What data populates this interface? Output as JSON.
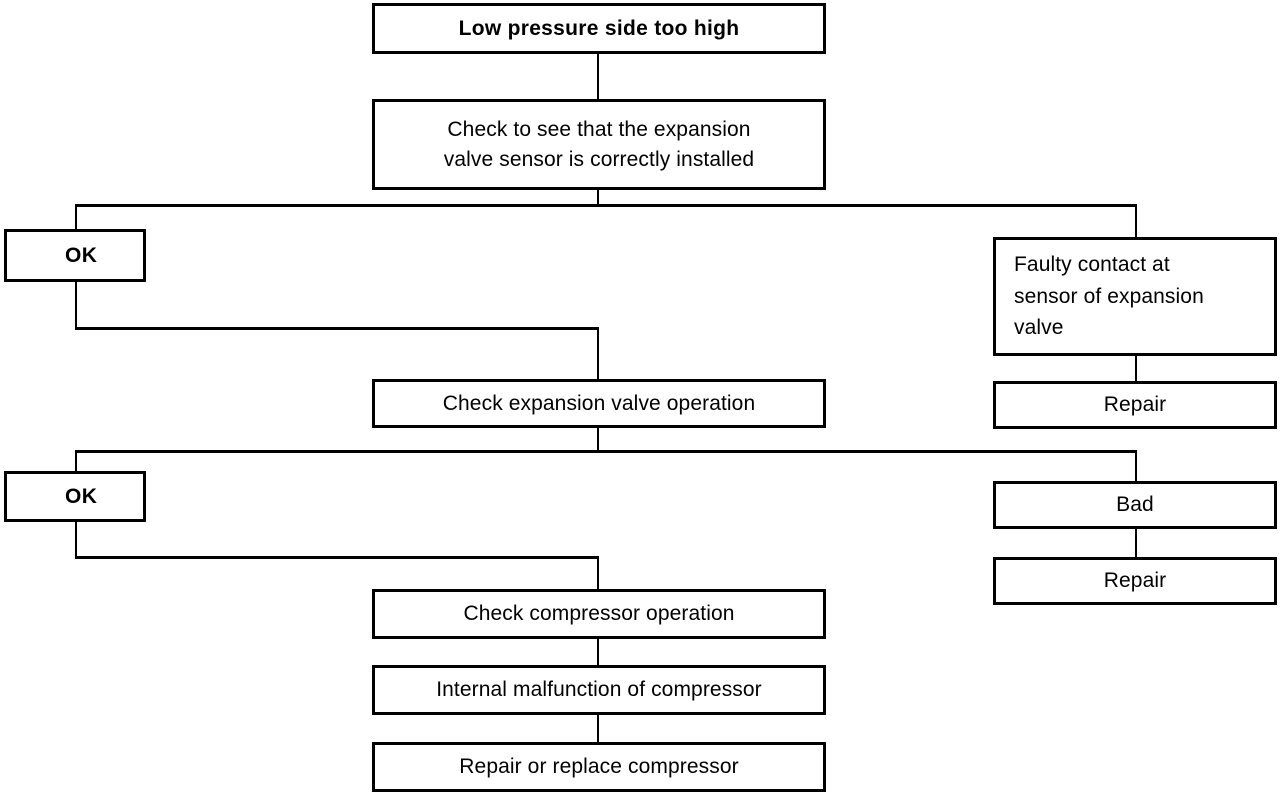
{
  "diagram": {
    "title": "Low pressure side too high",
    "type": "troubleshooting-flowchart",
    "accent_color": "#000000",
    "background_color": "#ffffff"
  },
  "nodes": {
    "start": {
      "label": "Low pressure side too high"
    },
    "check_sensor": {
      "label": "Check to see that the expansion\nvalve sensor is correctly installed"
    },
    "ok_1": {
      "label": "OK"
    },
    "faulty_contact": {
      "label": "Faulty contact at\nsensor of expansion\nvalve"
    },
    "repair_1": {
      "label": "Repair"
    },
    "check_valve": {
      "label": "Check expansion valve operation"
    },
    "ok_2": {
      "label": "OK"
    },
    "bad": {
      "label": "Bad"
    },
    "repair_2": {
      "label": "Repair"
    },
    "check_compressor": {
      "label": "Check compressor operation"
    },
    "internal_malfunction": {
      "label": "Internal malfunction of compressor"
    },
    "repair_replace": {
      "label": "Repair or replace compressor"
    }
  }
}
